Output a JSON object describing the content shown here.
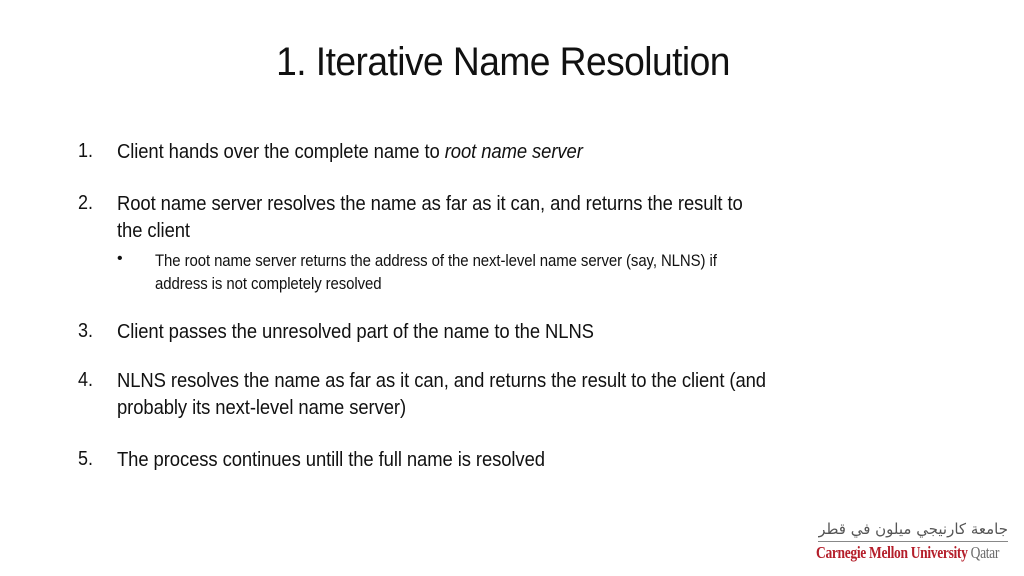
{
  "slide": {
    "title": "1. Iterative Name Resolution",
    "items": [
      {
        "number": "1.",
        "lines": [
          {
            "text": "Client hands over the complete name to ",
            "italic": "root name server"
          }
        ]
      },
      {
        "number": "2.",
        "lines": [
          {
            "text": "Root name server resolves the name as far as it can, and returns the result to"
          },
          {
            "text": "the client"
          }
        ],
        "sub_bullets": [
          {
            "bullet": "•",
            "lines": [
              "The root name server returns the address of the next-level name server (say, NLNS) if",
              "address is not completely resolved"
            ]
          }
        ]
      },
      {
        "number": "3.",
        "lines": [
          {
            "text": "Client passes the unresolved part of the name to the NLNS"
          }
        ]
      },
      {
        "number": "4.",
        "lines": [
          {
            "text": "NLNS resolves the name as far as it can, and returns the result to the client (and"
          },
          {
            "text": "probably its next-level name server)"
          }
        ]
      },
      {
        "number": "5.",
        "lines": [
          {
            "text": "The process continues untill the full name is resolved"
          }
        ]
      }
    ]
  },
  "logo": {
    "arabic": "جامعة كارنيجي ميلون في قطر",
    "name": "Carnegie Mellon University",
    "campus": "Qatar",
    "colors": {
      "name": "#b41e2a",
      "campus": "#6b6b6b",
      "arabic": "#555555"
    }
  }
}
